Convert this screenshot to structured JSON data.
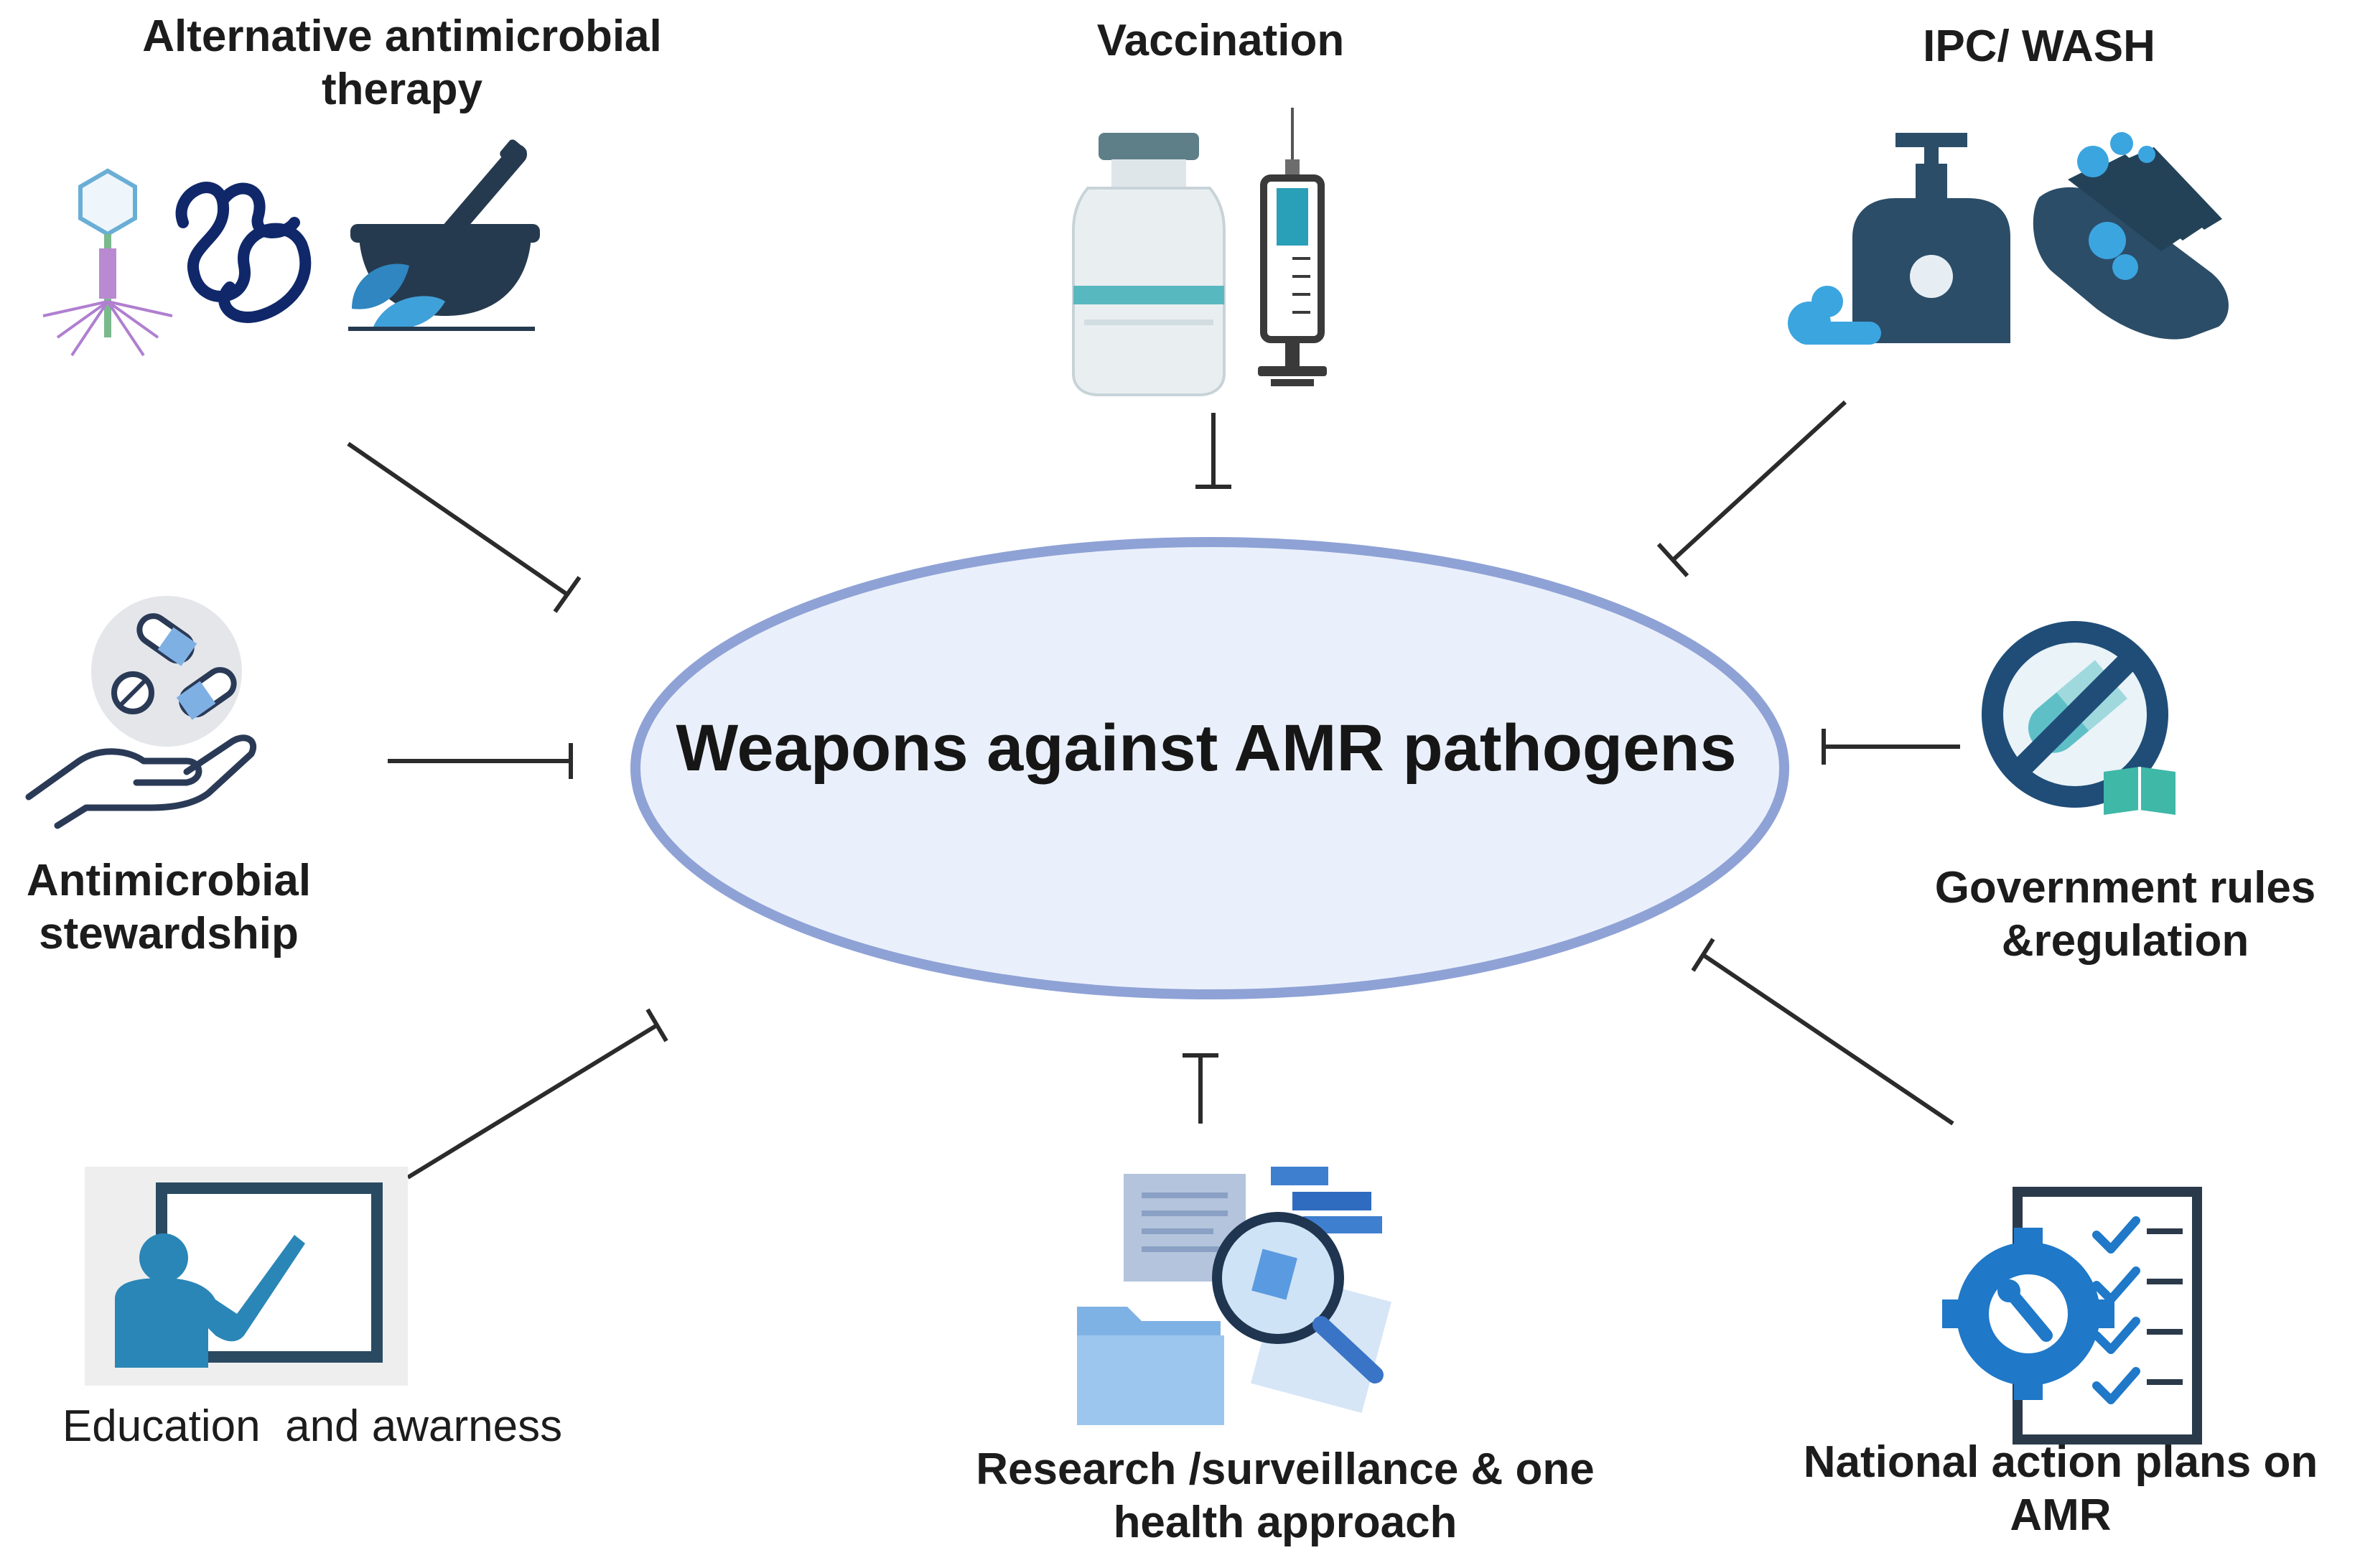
{
  "center": {
    "title": "Weapons against AMR pathogens"
  },
  "nodes": {
    "alternative_therapy": {
      "label": "Alternative antimicrobial\ntherapy"
    },
    "vaccination": {
      "label": "Vaccination"
    },
    "ipc_wash": {
      "label": "IPC/ WASH"
    },
    "stewardship": {
      "label": "Antimicrobial\nstewardship"
    },
    "government": {
      "label": "Government rules\n&regulation"
    },
    "education": {
      "label": "Education  and awarness"
    },
    "research": {
      "label": "Research /surveillance & one\nhealth approach"
    },
    "national_plans": {
      "label": "National action plans on\nAMR"
    }
  },
  "icons": {
    "alternative_therapy": [
      "bacteriophage-icon",
      "peptide-chain-icon",
      "mortar-pestle-herb-icon"
    ],
    "vaccination": [
      "vaccine-vial-icon",
      "syringe-icon"
    ],
    "ipc_wash": [
      "soap-dispenser-icon",
      "hand-washing-icon"
    ],
    "stewardship": [
      "pills-in-hand-icon"
    ],
    "government": [
      "prohibited-pill-icon",
      "book-icon"
    ],
    "education": [
      "teacher-board-icon"
    ],
    "research": [
      "documents-magnifier-icon",
      "folder-icon"
    ],
    "national_plans": [
      "gear-checklist-icon"
    ]
  },
  "colors": {
    "ellipse_fill": "#eaf0fb",
    "ellipse_stroke": "#8fa2d6",
    "icon_dark": "#1f3a5c",
    "icon_blue": "#2a8bb8",
    "icon_light": "#7fc6e4",
    "connector": "#2b2b2b"
  }
}
